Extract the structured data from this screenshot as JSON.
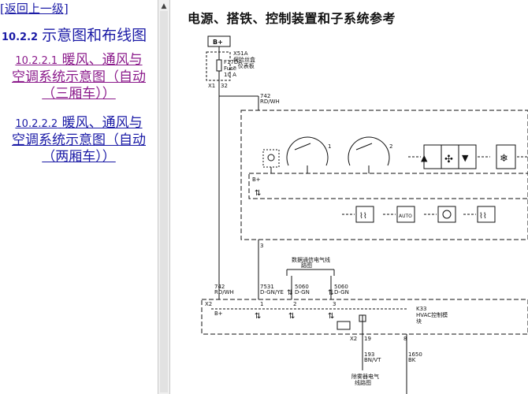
{
  "nav": {
    "back_link": "[返回上一级]",
    "section_num": "10.2.2",
    "section_title": "示意图和布线图",
    "entries": [
      {
        "num": "10.2.2.1",
        "lines": [
          "暖风、通风与",
          "空调系统示意图（自动",
          "（三厢车））"
        ]
      },
      {
        "num": "10.2.2.2",
        "lines": [
          "暖风、通风与",
          "空调系统示意图（自动",
          "（两厢车））"
        ]
      }
    ]
  },
  "page": {
    "title": "电源、搭铁、控制装置和子系统参考"
  },
  "diagram": {
    "power_label": "B+",
    "fuse_block_id": "X51A",
    "fuse_block_name_1": "保险丝盒",
    "fuse_block_name_2": "– 仪表板",
    "fuse_name": "F17DA",
    "fuse_word": "Fuse",
    "fuse_rating": "10 A",
    "fuse_connector": "X1",
    "fuse_pin": "32",
    "wire_top_num": "742",
    "wire_top_color": "RD/WH",
    "gauge_1_num": "1",
    "gauge_2_num": "2",
    "inner_bplus": "B+",
    "inner_pin": "3",
    "bus_label_1": "数据通信电气线",
    "bus_label_2": "路图",
    "wire_left_num": "742",
    "wire_left_color": "RD/WH",
    "wire_mid_num": "7531",
    "wire_mid_color": "D-GN/YE",
    "wire_c_num": "5060",
    "wire_c_color": "D-GN",
    "wire_d_num": "5060",
    "wire_d_color": "D-GN",
    "module_connector": "X2",
    "module_pin_1": "1",
    "module_pin_2": "2",
    "module_pin_3": "3",
    "module_bplus": "B+",
    "module_id": "K33",
    "module_name_1": "HVAC控制模",
    "module_name_2": "块",
    "lower_connector": "X2",
    "lower_pin_19": "19",
    "lower_pin_8": "8",
    "wire_e_num": "193",
    "wire_e_color": "BN/VT",
    "wire_f_num": "1650",
    "wire_f_color": "BK",
    "defog_label_1": "除雾器电气",
    "defog_label_2": "线路图",
    "button_auto": "AUTO"
  }
}
